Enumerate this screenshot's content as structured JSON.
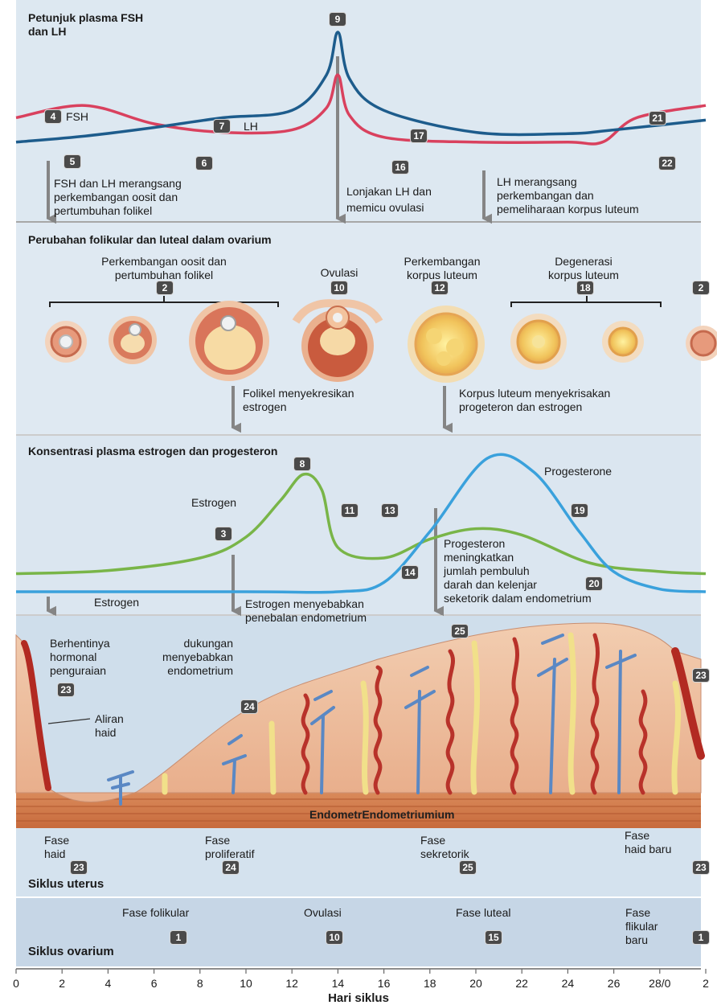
{
  "colors": {
    "fsh_line": "#d9415e",
    "lh_line": "#1d5c8c",
    "estrogen_line": "#79b548",
    "progesterone_line": "#3aa1dc",
    "panel_bg": "#d3e1ee",
    "arrow": "#858585",
    "artery": "#b8322a",
    "gland": "#f1e08a",
    "vein": "#5a88c4"
  },
  "sections": {
    "hormone_title": "Petunjuk plasma FSH\ndan LH",
    "ovary_title": "Perubahan folikular dan luteal dalam ovarium",
    "steroid_title": "Konsentrasi plasma estrogen dan progesteron",
    "uterus_cycle": "Siklus uterus",
    "ovarian_cycle": "Siklus ovarium",
    "x_axis_label": "Hari siklus"
  },
  "hormone_panel": {
    "fsh_label": "FSH",
    "lh_label": "LH",
    "note_left": "FSH dan LH merangsang\nperkembangan oosit dan\npertumbuhan folikel",
    "note_center": "Lonjakan LH dan\nmemicu ovulasi",
    "note_right": "LH merangsang\nperkembangan dan\npemeliharaan korpus luteum"
  },
  "ovary_panel": {
    "follicle_growth": "Perkembangan oosit dan\npertumbuhan folikel",
    "ovulation": "Ovulasi",
    "corpus_development": "Perkembangan\nkorpus luteum",
    "corpus_degeneration": "Degenerasi\nkorpus luteum",
    "follicle_secretes": "Folikel menyekresikan\nestrogen",
    "corpus_secretes": "Korpus luteum menyekrisakan\nprogeteron dan estrogen"
  },
  "steroid_panel": {
    "estrogen_label": "Estrogen",
    "progesterone_label": "Progesterone",
    "progesterone_note": "Progesteron\nmeningkatkan\njumlah pembuluh\ndarah dan kelenjar\nseketorik dalam endometrium",
    "estrogen_bottom": "Estrogen",
    "estrogen_effect": "Estrogen menyebabkan\npenebalan endometrium"
  },
  "uterus_panel": {
    "hormone_withdrawal": "Berhentinya dukungan\nhormonal menyebabkan\npenguraian endometrium",
    "menstrual_flow": "Aliran\nhaid",
    "endometrium": "EndometrEndometriumium"
  },
  "uterine_phases": {
    "menstrual": "Fase\nhaid",
    "proliferative": "Fase\nproliferatif",
    "secretory": "Fase\nsekretorik",
    "new_menstrual": "Fase\nhaid baru"
  },
  "ovarian_phases": {
    "follicular": "Fase folikular",
    "ovulation": "Ovulasi",
    "luteal": "Fase luteal",
    "new_follicular": "Fase\nflikular\nbaru"
  },
  "badges": {
    "b4": "4",
    "b7": "7",
    "b9": "9",
    "b5": "5",
    "b6": "6",
    "b16": "16",
    "b17": "17",
    "b21": "21",
    "b22": "22",
    "b2a": "2",
    "b10a": "10",
    "b12": "12",
    "b18": "18",
    "b2b": "2",
    "b8": "8",
    "b3": "3",
    "b11": "11",
    "b13": "13",
    "b14": "14",
    "b19": "19",
    "b20": "20",
    "b25a": "25",
    "b23a": "23",
    "b24a": "24",
    "b23b": "23",
    "b23c": "23",
    "b24b": "24",
    "b25b": "25",
    "b23d": "23",
    "b1a": "1",
    "b10b": "10",
    "b15": "15",
    "b1b": "1"
  },
  "x_axis": {
    "ticks": [
      "0",
      "2",
      "4",
      "6",
      "8",
      "10",
      "12",
      "14",
      "16",
      "18",
      "20",
      "22",
      "24",
      "26",
      "28/0",
      "2"
    ]
  },
  "chart_data": {
    "type": "line",
    "xlabel": "Hari siklus",
    "xlim": [
      0,
      30
    ],
    "series": [
      {
        "name": "FSH",
        "x": [
          0,
          3,
          6,
          9,
          12,
          13.5,
          14,
          14.5,
          16,
          20,
          24,
          25.5,
          27,
          30
        ],
        "y": [
          0.3,
          0.4,
          0.25,
          0.18,
          0.2,
          0.38,
          0.65,
          0.32,
          0.14,
          0.1,
          0.1,
          0.1,
          0.3,
          0.4
        ]
      },
      {
        "name": "LH",
        "x": [
          0,
          3,
          6,
          9,
          12,
          13.5,
          14,
          14.5,
          16,
          20,
          24,
          26,
          30
        ],
        "y": [
          0.1,
          0.15,
          0.22,
          0.3,
          0.36,
          0.65,
          1.0,
          0.62,
          0.36,
          0.18,
          0.17,
          0.2,
          0.28
        ]
      },
      {
        "name": "Estrogen",
        "x": [
          0,
          4,
          8,
          10,
          11.5,
          12.5,
          13.3,
          14,
          16,
          18,
          20,
          22,
          25,
          28,
          30
        ],
        "y": [
          0.05,
          0.08,
          0.2,
          0.4,
          0.75,
          1.0,
          0.85,
          0.3,
          0.2,
          0.38,
          0.48,
          0.42,
          0.15,
          0.07,
          0.05
        ]
      },
      {
        "name": "Progesterone",
        "x": [
          0,
          10,
          14,
          16,
          18,
          20.5,
          22.5,
          24.5,
          26,
          28,
          30
        ],
        "y": [
          0.0,
          0.0,
          0.0,
          0.07,
          0.45,
          1.0,
          0.9,
          0.45,
          0.15,
          0.02,
          0.0
        ]
      }
    ]
  }
}
